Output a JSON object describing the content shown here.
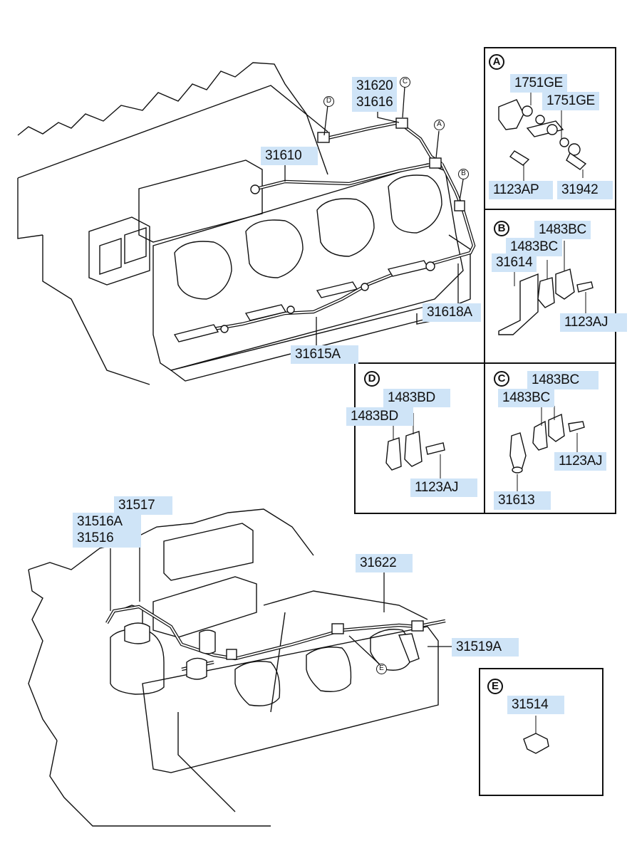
{
  "callouts": {
    "detail_letters": [
      "A",
      "B",
      "C",
      "D",
      "E"
    ]
  },
  "part_labels": {
    "p31620": "31620",
    "p31616": "31616",
    "p31610": "31610",
    "p31618A": "31618A",
    "p31615A": "31615A",
    "p31517": "31517",
    "p31516A": "31516A",
    "p31516": "31516",
    "p31622": "31622",
    "p31519A": "31519A"
  },
  "detail_A": {
    "letter": "A",
    "labels": [
      "1751GE",
      "1751GE",
      "1123AP",
      "31942"
    ]
  },
  "detail_B": {
    "letter": "B",
    "labels": [
      "1483BC",
      "1483BC",
      "31614",
      "1123AJ"
    ]
  },
  "detail_C": {
    "letter": "C",
    "labels": [
      "1483BC",
      "1483BC",
      "1123AJ",
      "31613"
    ]
  },
  "detail_D": {
    "letter": "D",
    "labels": [
      "1483BD",
      "1483BD",
      "1123AJ"
    ]
  },
  "detail_E": {
    "letter": "E",
    "labels": [
      "31514"
    ]
  }
}
